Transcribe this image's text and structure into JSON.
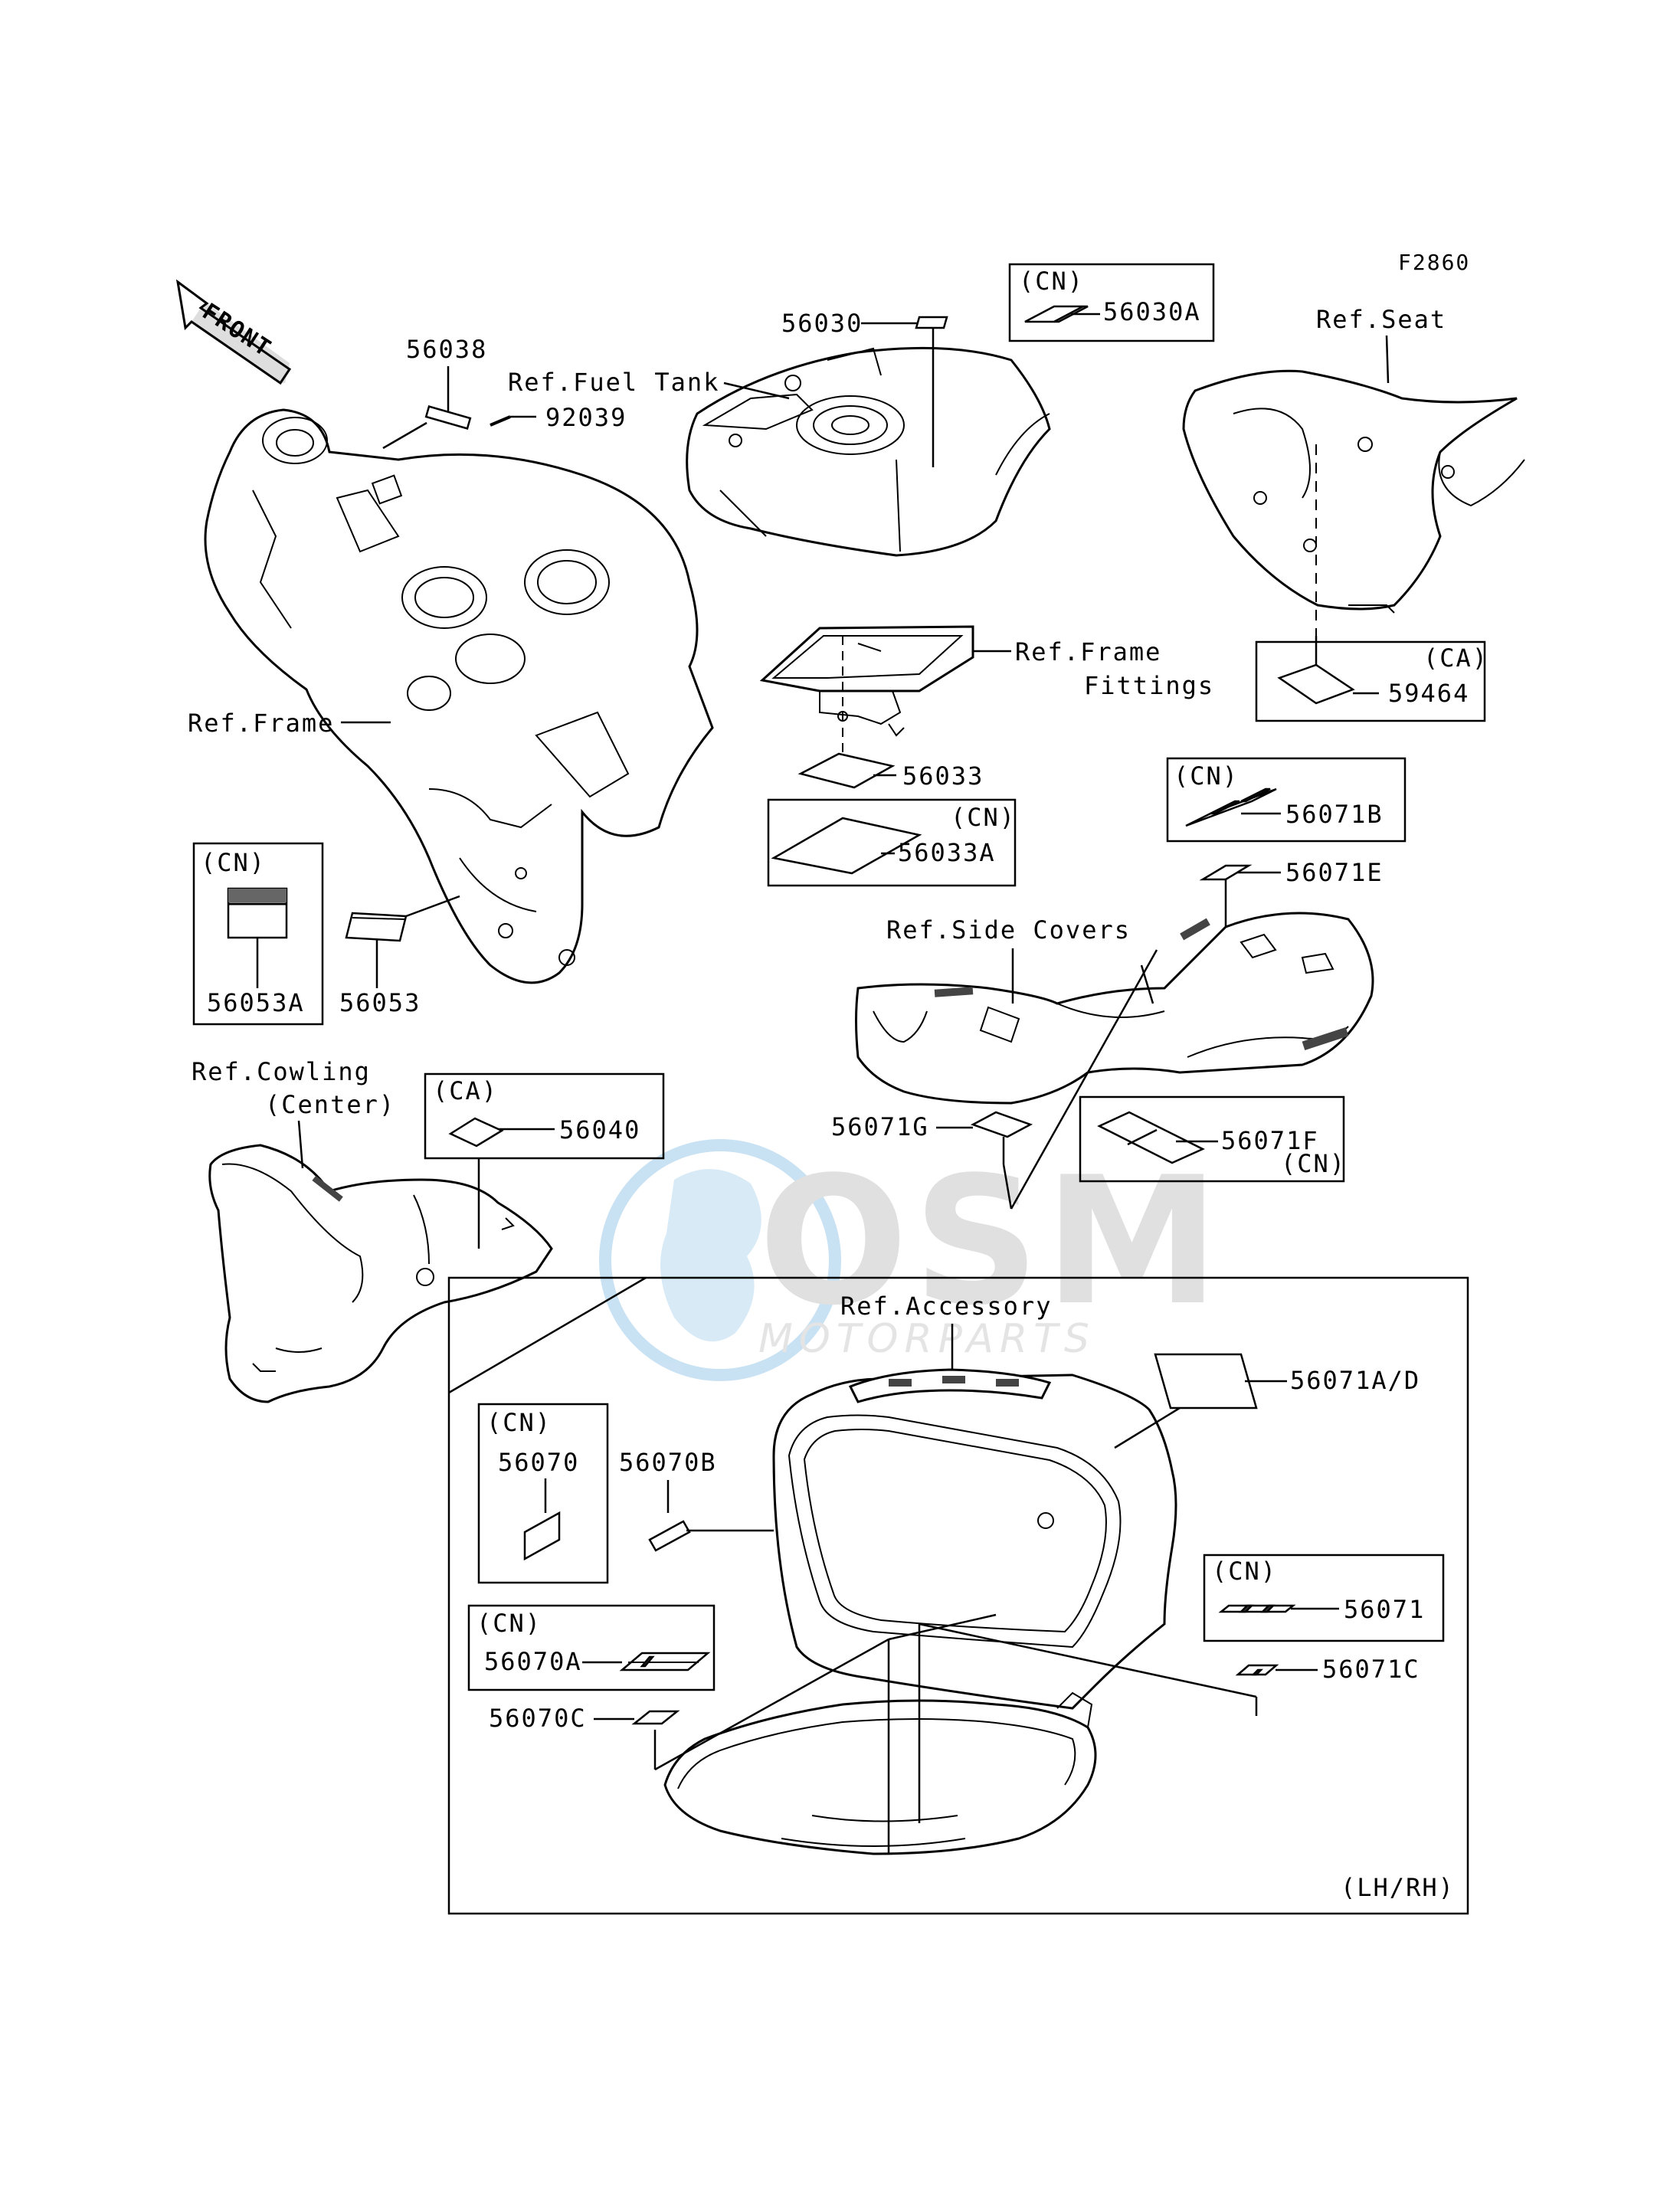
{
  "figure_code": "F2860",
  "front_label": "FRONT",
  "watermark": {
    "brand": "OSM",
    "subtitle": "MOTORPARTS",
    "colors": {
      "globe": "#9ecbea",
      "letters": "#c8c8c8"
    }
  },
  "references": {
    "seat": "Ref.Seat",
    "fuel_tank": "Ref.Fuel Tank",
    "frame": "Ref.Frame",
    "frame_fittings_line1": "Ref.Frame",
    "frame_fittings_line2": "Fittings",
    "side_covers": "Ref.Side Covers",
    "cowling_line1": "Ref.Cowling",
    "cowling_line2": "(Center)",
    "accessory": "Ref.Accessory"
  },
  "parts": {
    "p56030": "56030",
    "p56030A": "56030A",
    "p56038": "56038",
    "p92039": "92039",
    "p59464": "59464",
    "p56033": "56033",
    "p56033A": "56033A",
    "p56071B": "56071B",
    "p56071E": "56071E",
    "p56053A": "56053A",
    "p56053": "56053",
    "p56040": "56040",
    "p56071G": "56071G",
    "p56071F": "56071F",
    "p56071AD": "56071A/D",
    "p56070": "56070",
    "p56070B": "56070B",
    "p56070A": "56070A",
    "p56070C": "56070C",
    "p56071": "56071",
    "p56071C": "56071C"
  },
  "markers": {
    "cn": "(CN)",
    "ca": "(CA)",
    "lhrh": "(LH/RH)"
  }
}
